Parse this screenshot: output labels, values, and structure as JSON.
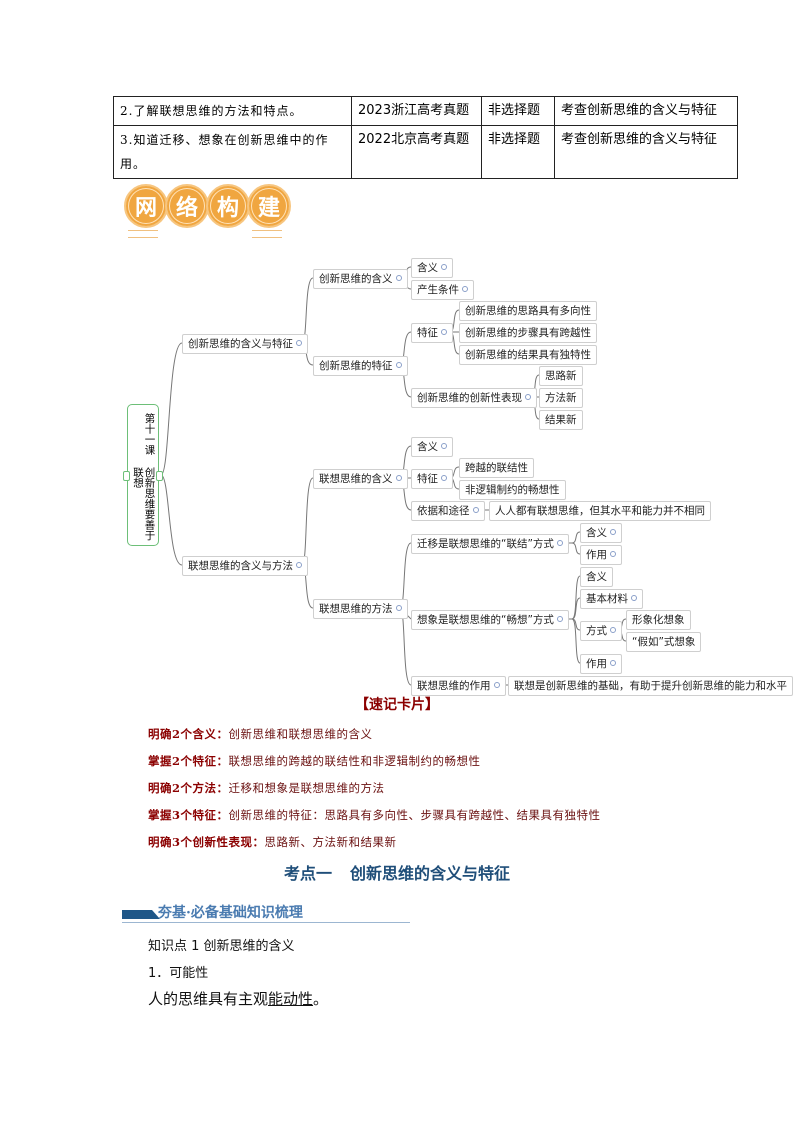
{
  "table": {
    "rows": [
      {
        "goal": "2.了解联想思维的方法和特点。",
        "source": "2023浙江高考真题",
        "type": "非选择题",
        "desc": "考查创新思维的含义与特征"
      },
      {
        "goal": "3.知道迁移、想象在创新思维中的作用。",
        "source": "2022北京高考真题",
        "type": "非选择题",
        "desc": "考查创新思维的含义与特征"
      }
    ]
  },
  "banner": {
    "chars": [
      "网",
      "络",
      "构",
      "建"
    ],
    "color": "#f0a640"
  },
  "mindmap": {
    "root": "第十一课 创新思维要善于联想",
    "nodes": {
      "a": "创新思维的含义与特征",
      "a1": "创新思维的含义",
      "a1_1": "含义",
      "a1_2": "产生条件",
      "a2": "创新思维的特征",
      "a2_1": "特征",
      "a2_1_1": "创新思维的思路具有多向性",
      "a2_1_2": "创新思维的步骤具有跨越性",
      "a2_1_3": "创新思维的结果具有独特性",
      "a2_2": "创新思维的创新性表现",
      "a2_2_1": "思路新",
      "a2_2_2": "方法新",
      "a2_2_3": "结果新",
      "b": "联想思维的含义与方法",
      "b1": "联想思维的含义",
      "b1_1": "含义",
      "b1_2": "特征",
      "b1_2_1": "跨越的联结性",
      "b1_2_2": "非逻辑制约的畅想性",
      "b1_3": "依据和途径",
      "b1_3_1": "人人都有联想思维，但其水平和能力并不相同",
      "b2": "联想思维的方法",
      "b2_1": "迁移是联想思维的“联结”方式",
      "b2_1_1": "含义",
      "b2_1_2": "作用",
      "b2_2": "想象是联想思维的“畅想”方式",
      "b2_2_1": "含义",
      "b2_2_2": "基本材料",
      "b2_2_3": "方式",
      "b2_2_3_1": "形象化想象",
      "b2_2_3_2": "“假如”式想象",
      "b2_2_4": "作用",
      "b2_3": "联想思维的作用",
      "b2_3_1": "联想是创新思维的基础，有助于提升创新思维的能力和水平"
    }
  },
  "card": {
    "title": "【速记卡片】",
    "lines": [
      {
        "key": "明确2个含义：",
        "value": "创新思维和联想思维的含义"
      },
      {
        "key": "掌握2个特征：",
        "value": "联想思维的跨越的联结性和非逻辑制约的畅想性"
      },
      {
        "key": "明确2个方法：",
        "value": "迁移和想象是联想思维的方法"
      },
      {
        "key": "掌握3个特征：",
        "value": "创新思维的特征：思路具有多向性、步骤具有跨越性、结果具有独特性"
      },
      {
        "key": "明确3个创新性表现：",
        "value": "思路新、方法新和结果新"
      }
    ]
  },
  "kaodian": {
    "label": "考点一",
    "title": "创新思维的含义与特征"
  },
  "section": {
    "title": "夯基·必备基础知识梳理"
  },
  "body": {
    "point": "知识点 1  创新思维的含义",
    "sub": "1．可能性",
    "text_before": "人的思维具有主观",
    "text_underline": "能动性",
    "text_after": "。"
  }
}
